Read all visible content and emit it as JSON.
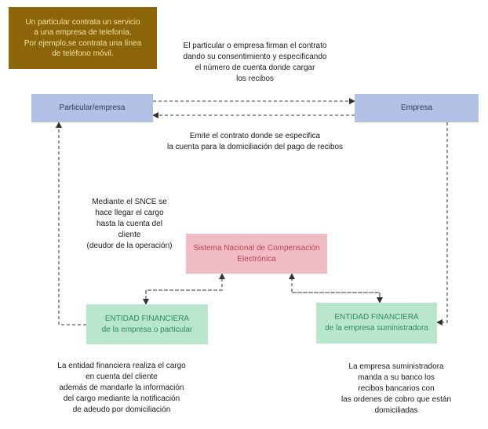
{
  "intro": {
    "lines": [
      "Un particular contrata  un servicio",
      "a una empresa de telefonía.",
      "Por ejemplo,se contrata una línea",
      "de teléfono móvil."
    ]
  },
  "nodes": {
    "particular": "Particular/empresa",
    "empresa": "Empresa",
    "snce": [
      "Sistema Nacional de Compensación",
      "Electrónica"
    ],
    "ef_particular": [
      "ENTIDAD FINANCIERA",
      "de la empresa o particular"
    ],
    "ef_suministradora": [
      "ENTIDAD FINANCIERA",
      "de la empresa suministradora"
    ]
  },
  "notes": {
    "contrato": [
      "El particular o empresa firman el contrato",
      "dando su consentimiento y especificando",
      "el número de cuenta donde cargar",
      "los recibos"
    ],
    "emite": [
      "Emite el contrato donde se especifica",
      "la cuenta para la domiciliación del pago de recibos"
    ],
    "snce_cargo": [
      "Mediante el SNCE se",
      "hace llegar el cargo",
      "hasta la cuenta del",
      "cliente",
      "(deudor de la operación)"
    ],
    "ef_particular_desc": [
      "La entidad financiera realiza el cargo",
      "en cuenta del cliente",
      "además de mandarle la información",
      "del cargo mediante la notificación",
      "de adeudo por domiciliación"
    ],
    "ef_suministradora_desc": [
      "La empresa suministradora",
      "manda a su banco los",
      "recibos bancarios con",
      "las ordenes de cobro que están",
      "domiciliadas"
    ]
  },
  "colors": {
    "intro_bg": "#8b6508",
    "intro_text": "#f3e3a6",
    "party_bg": "#b3c1e6",
    "snce_bg": "#f1bcc4",
    "snce_text": "#c0414f",
    "bank_bg": "#b9e7cd",
    "bank_text": "#2b8a66",
    "arrow": "#333333"
  }
}
